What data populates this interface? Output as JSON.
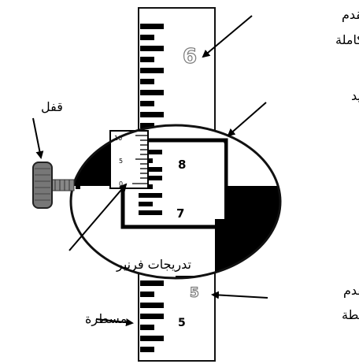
{
  "labels": {
    "full_foot_marks_line1": "علامات القدم",
    "full_foot_marks_line2": "الكاملة",
    "target_disk": "قرص تسديد",
    "lock": "قفل",
    "vernier_graduations": "تدريجات فرنير",
    "intermediate_foot_marks_line1": "علامات القدم",
    "intermediate_foot_marks_line2": "الوسيطة",
    "ruler": "مسطرة"
  },
  "rod_numbers": {
    "full_foot_top": "6",
    "intermediate": "5",
    "tenths_bottom": "5",
    "tenths_8": "8",
    "tenths_7": "7"
  },
  "vernier_numbers": {
    "top": "10",
    "mid": "5",
    "zero": "0"
  },
  "colors": {
    "rod": "#ffffff",
    "ink": "#000000",
    "stroke": "#111111"
  }
}
